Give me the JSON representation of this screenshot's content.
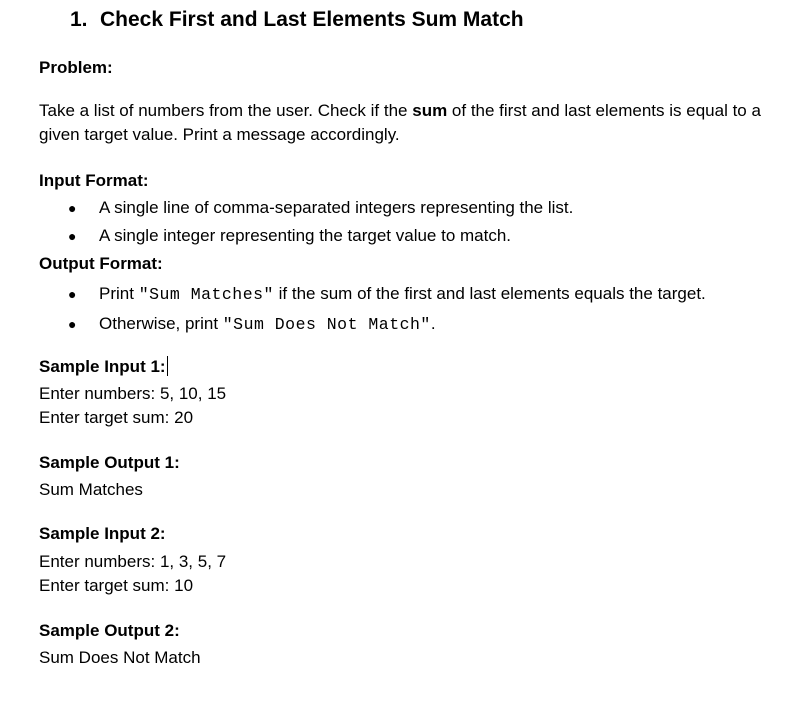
{
  "title": {
    "number": "1.",
    "text": "Check First and Last Elements Sum Match"
  },
  "problem": {
    "heading": "Problem:",
    "text_before": "Take a list of numbers from the user. Check if the ",
    "bold_word": "sum",
    "text_after": " of the first and last elements is equal to a given target value. Print a message accordingly."
  },
  "input_format": {
    "heading": "Input Format:",
    "items": [
      "A single line of comma-separated integers representing the list.",
      "A single integer representing the target value to match."
    ]
  },
  "output_format": {
    "heading": "Output Format:",
    "item1": {
      "prefix": "Print ",
      "code": "\"Sum Matches\"",
      "suffix": " if the sum of the first and last elements equals the target."
    },
    "item2": {
      "prefix": "Otherwise, print ",
      "code": "\"Sum Does Not Match\"",
      "suffix": "."
    }
  },
  "samples": [
    {
      "heading": "Sample Input 1:",
      "lines": [
        "Enter numbers: 5, 10, 15",
        "Enter target sum: 20"
      ]
    },
    {
      "heading": "Sample Output 1:",
      "lines": [
        "Sum Matches"
      ]
    },
    {
      "heading": "Sample Input 2:",
      "lines": [
        "Enter numbers: 1, 3, 5, 7",
        "Enter target sum: 10"
      ]
    },
    {
      "heading": "Sample Output 2:",
      "lines": [
        "Sum Does Not Match"
      ]
    }
  ],
  "bullet_glyph": "●"
}
